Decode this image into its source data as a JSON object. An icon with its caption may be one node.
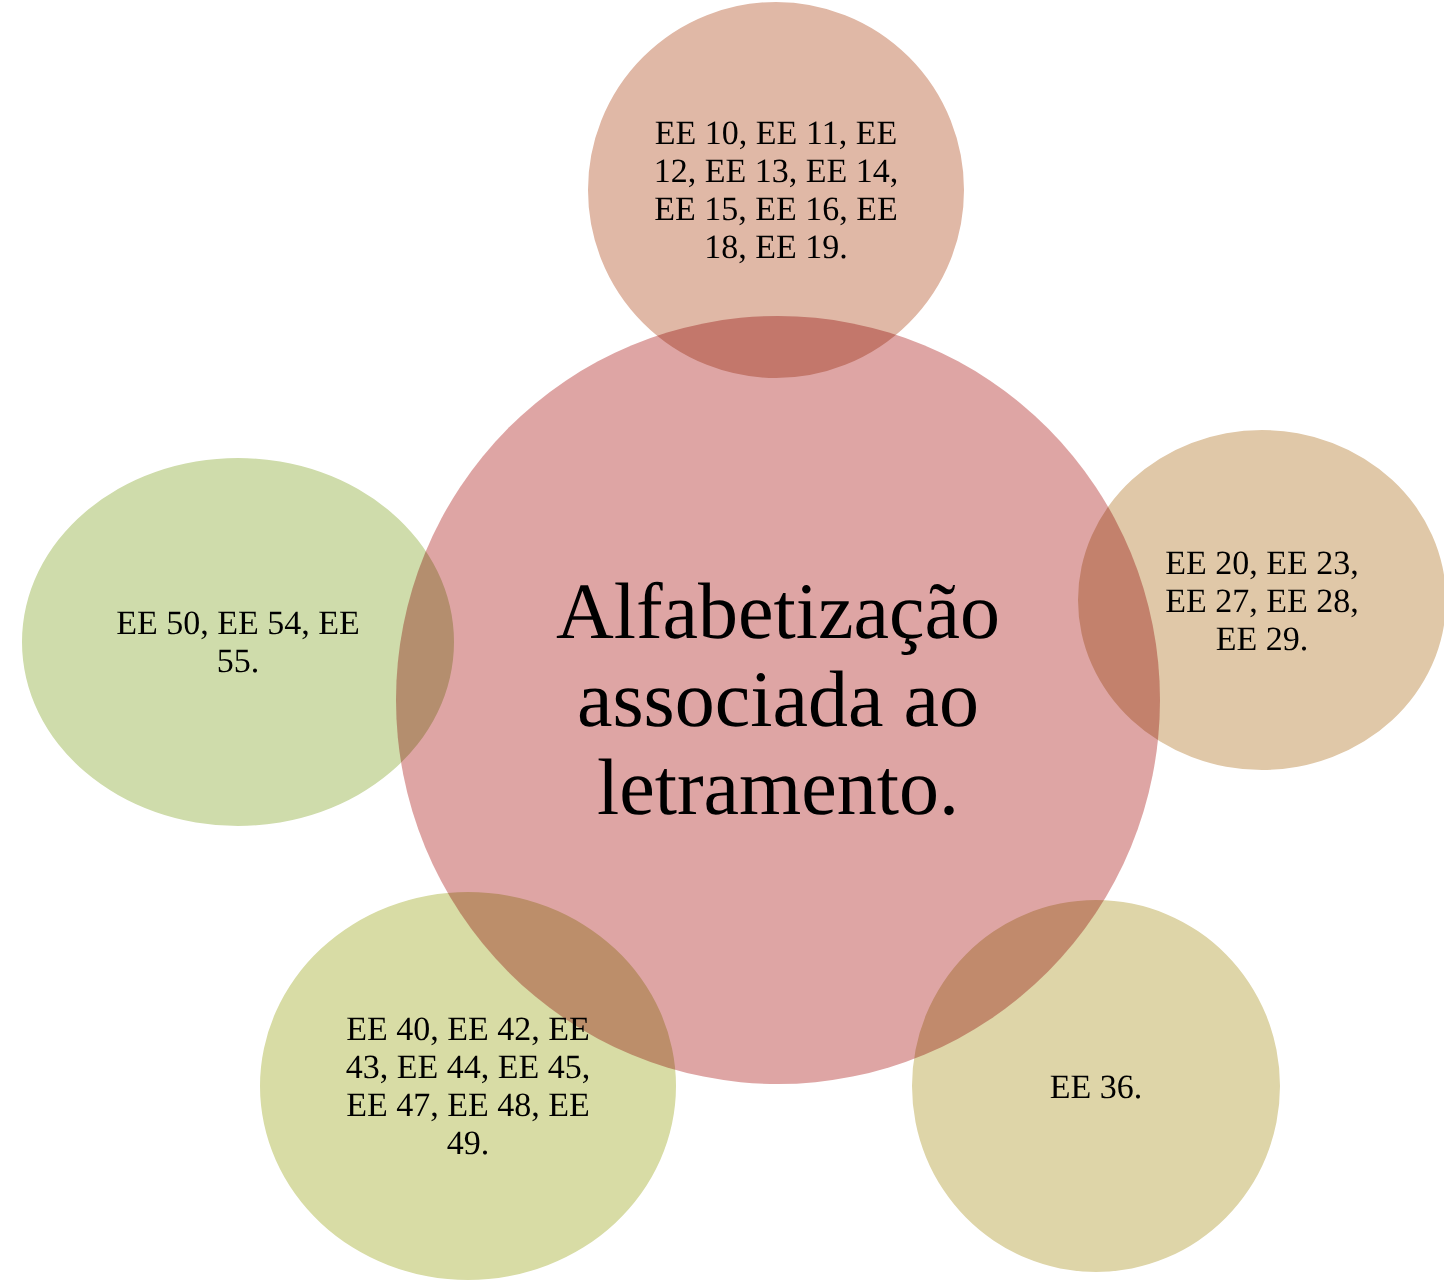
{
  "diagram": {
    "nodes": [
      {
        "text": [
          "Alfabetização associada ao letramento."
        ]
      },
      {
        "text": [
          "EE 10, EE 11, EE 12, EE 13, EE 14, EE 15, EE 16, EE 18, EE 19."
        ]
      },
      {
        "text": [
          "EE 20, EE 23, EE 27, EE 28, EE 29."
        ]
      },
      {
        "text": [
          "EE 36."
        ]
      },
      {
        "text": [
          "EE 40, EE 42, EE 43, EE 44, EE 45, EE 47, EE 48, EE 49."
        ]
      },
      {
        "text": [
          "EE 50, EE 54, EE 55."
        ]
      }
    ]
  }
}
